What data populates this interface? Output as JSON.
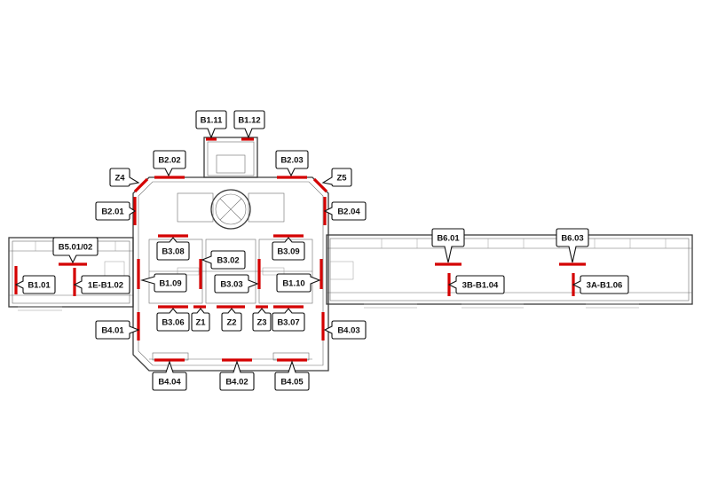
{
  "colors": {
    "highlight": "#d40000",
    "line": "#3a3a3a",
    "label_border": "#111111"
  },
  "labels": [
    {
      "id": "B1.11",
      "text": "B1.11"
    },
    {
      "id": "B1.12",
      "text": "B1.12"
    },
    {
      "id": "B2.02",
      "text": "B2.02"
    },
    {
      "id": "B2.03",
      "text": "B2.03"
    },
    {
      "id": "Z4",
      "text": "Z4"
    },
    {
      "id": "Z5",
      "text": "Z5"
    },
    {
      "id": "B2.01",
      "text": "B2.01"
    },
    {
      "id": "B2.04",
      "text": "B2.04"
    },
    {
      "id": "B5.01/02",
      "text": "B5.01/02"
    },
    {
      "id": "B1.01",
      "text": "B1.01"
    },
    {
      "id": "1E-B1.02",
      "text": "1E-B1.02"
    },
    {
      "id": "B1.09",
      "text": "B1.09"
    },
    {
      "id": "B3.08",
      "text": "B3.08"
    },
    {
      "id": "B3.02",
      "text": "B3.02"
    },
    {
      "id": "B3.03",
      "text": "B3.03"
    },
    {
      "id": "B3.09",
      "text": "B3.09"
    },
    {
      "id": "B1.10",
      "text": "B1.10"
    },
    {
      "id": "B6.01",
      "text": "B6.01"
    },
    {
      "id": "B6.03",
      "text": "B6.03"
    },
    {
      "id": "3B-B1.04",
      "text": "3B-B1.04"
    },
    {
      "id": "3A-B1.06",
      "text": "3A-B1.06"
    },
    {
      "id": "B4.01",
      "text": "B4.01"
    },
    {
      "id": "B3.06",
      "text": "B3.06"
    },
    {
      "id": "Z1",
      "text": "Z1"
    },
    {
      "id": "Z2",
      "text": "Z2"
    },
    {
      "id": "Z3",
      "text": "Z3"
    },
    {
      "id": "B3.07",
      "text": "B3.07"
    },
    {
      "id": "B4.03",
      "text": "B4.03"
    },
    {
      "id": "B4.04",
      "text": "B4.04"
    },
    {
      "id": "B4.02",
      "text": "B4.02"
    },
    {
      "id": "B4.05",
      "text": "B4.05"
    }
  ]
}
